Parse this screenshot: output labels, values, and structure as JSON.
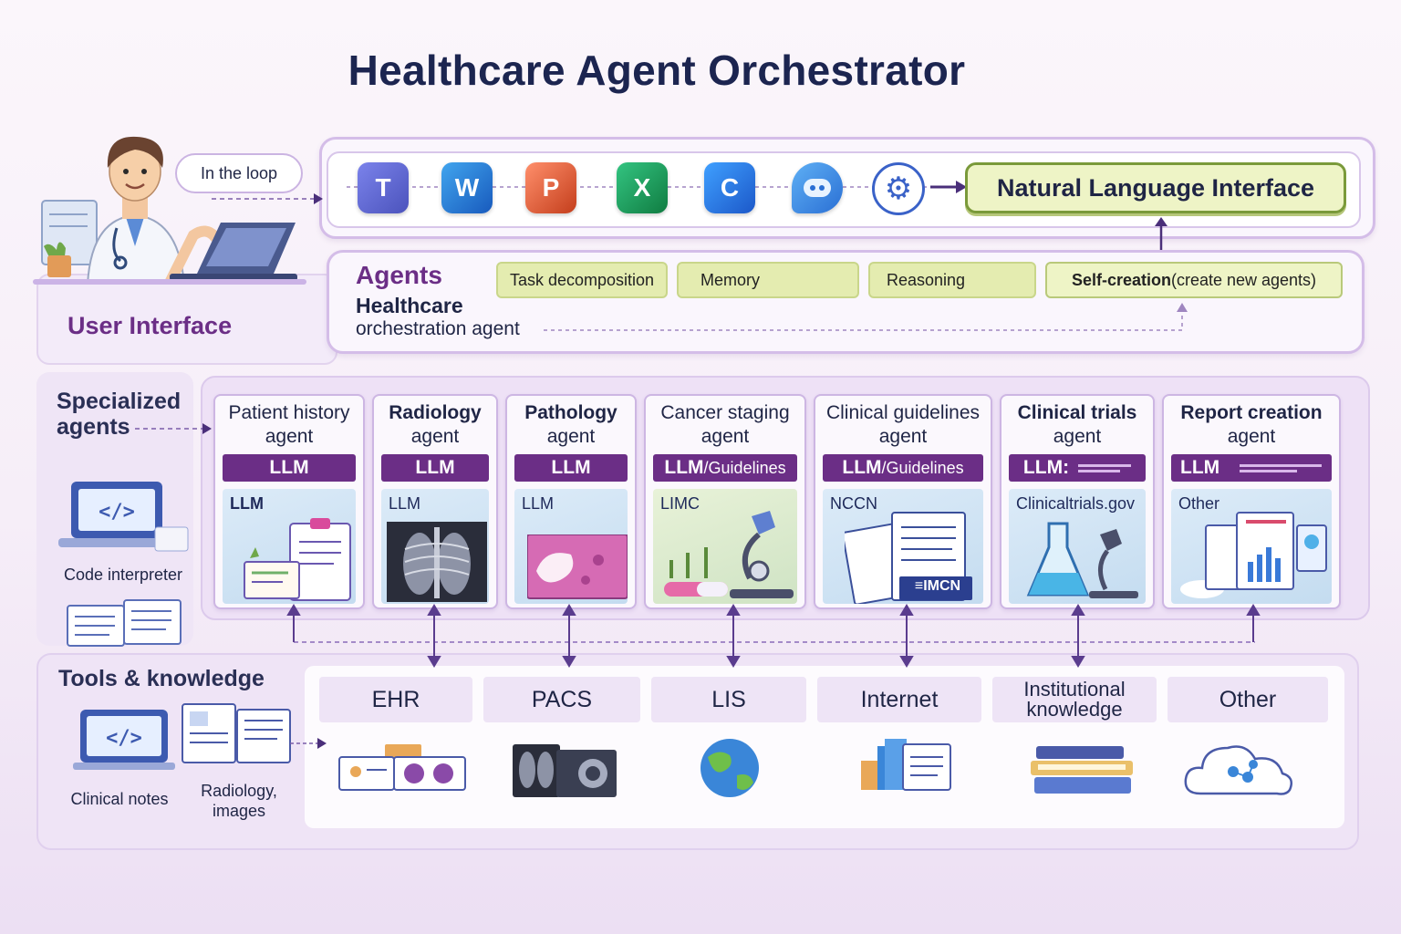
{
  "title": "Healthcare Agent Orchestrator",
  "loop": {
    "label": "In the loop"
  },
  "top_apps": [
    "Teams",
    "Word",
    "PowerPoint",
    "Excel",
    "Copilot",
    "Chat",
    "Settings"
  ],
  "natural_language_interface": "Natural Language Interface",
  "agents": {
    "heading": "Agents",
    "orchestrator_line1": "Healthcare",
    "orchestrator_line2": "orchestration agent",
    "capabilities": [
      {
        "bold": "",
        "text": "Task decomposition"
      },
      {
        "bold": "",
        "text": "Memory"
      },
      {
        "bold": "",
        "text": "Reasoning"
      },
      {
        "bold": "Self-creation",
        "text": " (create new agents)"
      }
    ]
  },
  "user_interface": "User Interface",
  "specialized_agents": {
    "label_line1": "Specialized",
    "label_line2": "agents",
    "cards": [
      {
        "line1": "Patient history",
        "line2": "agent",
        "llm_main": "LLM",
        "llm_suffix": "",
        "source": "LLM"
      },
      {
        "line1": "Radiology",
        "line2": "agent",
        "llm_main": "LLM",
        "llm_suffix": "",
        "source": "LLM"
      },
      {
        "line1": "Pathology",
        "line2": "agent",
        "llm_main": "LLM",
        "llm_suffix": "",
        "source": "LLM"
      },
      {
        "line1": "Cancer staging",
        "line2": "agent",
        "llm_main": "LLM",
        "llm_suffix": "/Guidelines",
        "source": "LIMC"
      },
      {
        "line1": "Clinical guidelines",
        "line2": "agent",
        "llm_main": "LLM",
        "llm_suffix": "/Guidelines",
        "source": "NCCN"
      },
      {
        "line1": "Clinical trials",
        "line2": "agent",
        "llm_main": "LLM",
        "llm_suffix": ":",
        "source": "Clinicaltrials.gov"
      },
      {
        "line1": "Report creation",
        "line2": "agent",
        "llm_main": "LLM",
        "llm_suffix": "",
        "source": "Other"
      }
    ],
    "nccn_book": "≡IMCN"
  },
  "code_interpreter": "Code interpreter",
  "tools_knowledge": {
    "label": "Tools & knowledge",
    "items": [
      {
        "line1": "EHR",
        "line2": ""
      },
      {
        "line1": "PACS",
        "line2": ""
      },
      {
        "line1": "LIS",
        "line2": ""
      },
      {
        "line1": "Internet",
        "line2": ""
      },
      {
        "line1": "Institutional",
        "line2": "knowledge"
      },
      {
        "line1": "Other",
        "line2": ""
      }
    ]
  },
  "clinical_notes": "Clinical notes",
  "radiology_images_line1": "Radiology,",
  "radiology_images_line2": "images",
  "colors": {
    "accent_purple": "#6b2e86",
    "chip_green": "#e4ecb0",
    "nli_green": "#eef4c6",
    "panel_border": "#d4bde8"
  }
}
